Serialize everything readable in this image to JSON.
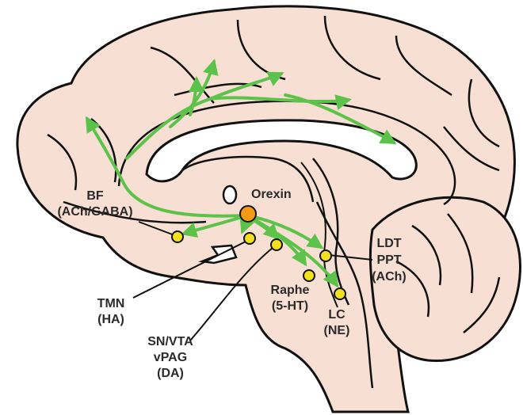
{
  "labels": {
    "orexin": "Orexin",
    "bf_line1": "BF",
    "bf_line2": "(ACh/GABA)",
    "tmn_line1": "TMN",
    "tmn_line2": "(HA)",
    "sn_line1": "SN/VTA",
    "sn_line2": "vPAG",
    "sn_line3": "(DA)",
    "raphe_line1": "Raphe",
    "raphe_line2": "(5-HT)",
    "lc_line1": "LC",
    "lc_line2": "(NE)",
    "ldt_line1": "LDT",
    "ldt_line2": "PPT",
    "ldt_line3": "(ACh)"
  },
  "colors": {
    "tissue": "#f7e0d3",
    "outline": "#111111",
    "pathway": "#5cc24a",
    "orexin_node": "#f59a12",
    "target_node": "#f2e21c"
  }
}
